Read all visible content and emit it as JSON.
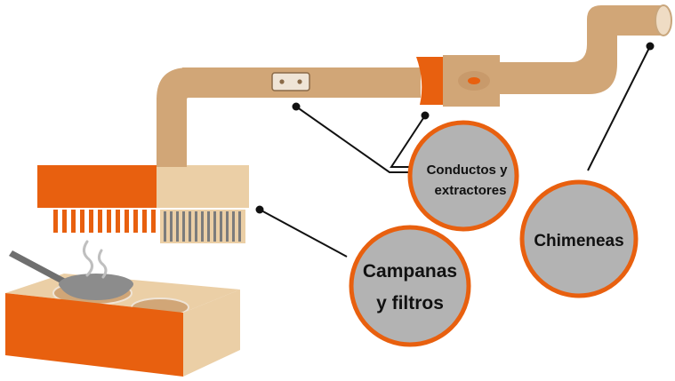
{
  "labels": {
    "ducts_line1": "Conductos y",
    "ducts_line2": "extractores",
    "chimneys": "Chimeneas",
    "hoods_line1": "Campanas",
    "hoods_line2": "y filtros"
  },
  "colors": {
    "duct": "#d1a677",
    "duct_dark": "#b8895a",
    "orange": "#e8600f",
    "orange_dark": "#c9500a",
    "circle_fill": "#b3b3b3",
    "circle_stroke": "#e8600f",
    "leader": "#111111",
    "pan": "#8c8c8c"
  }
}
